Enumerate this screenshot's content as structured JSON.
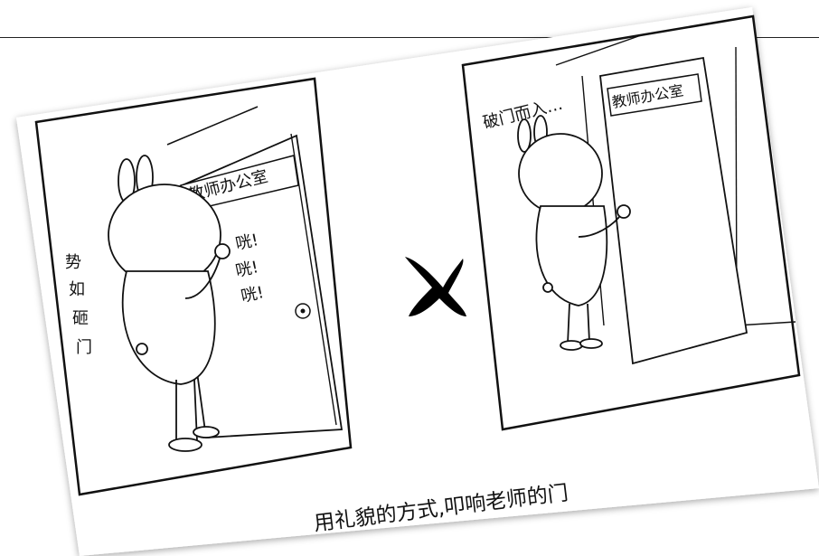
{
  "left_panel": {
    "sign": "教师办公室",
    "knock_lines": [
      "咣!",
      "咣!",
      "咣!"
    ],
    "side_text": [
      "势",
      "如",
      "砸",
      "门"
    ]
  },
  "right_panel": {
    "sign": "教师办公室",
    "intrude_text": "破门而入…"
  },
  "wrong_mark_icon": "x-mark-icon",
  "caption": "用礼貌的方式,叩响老师的门"
}
